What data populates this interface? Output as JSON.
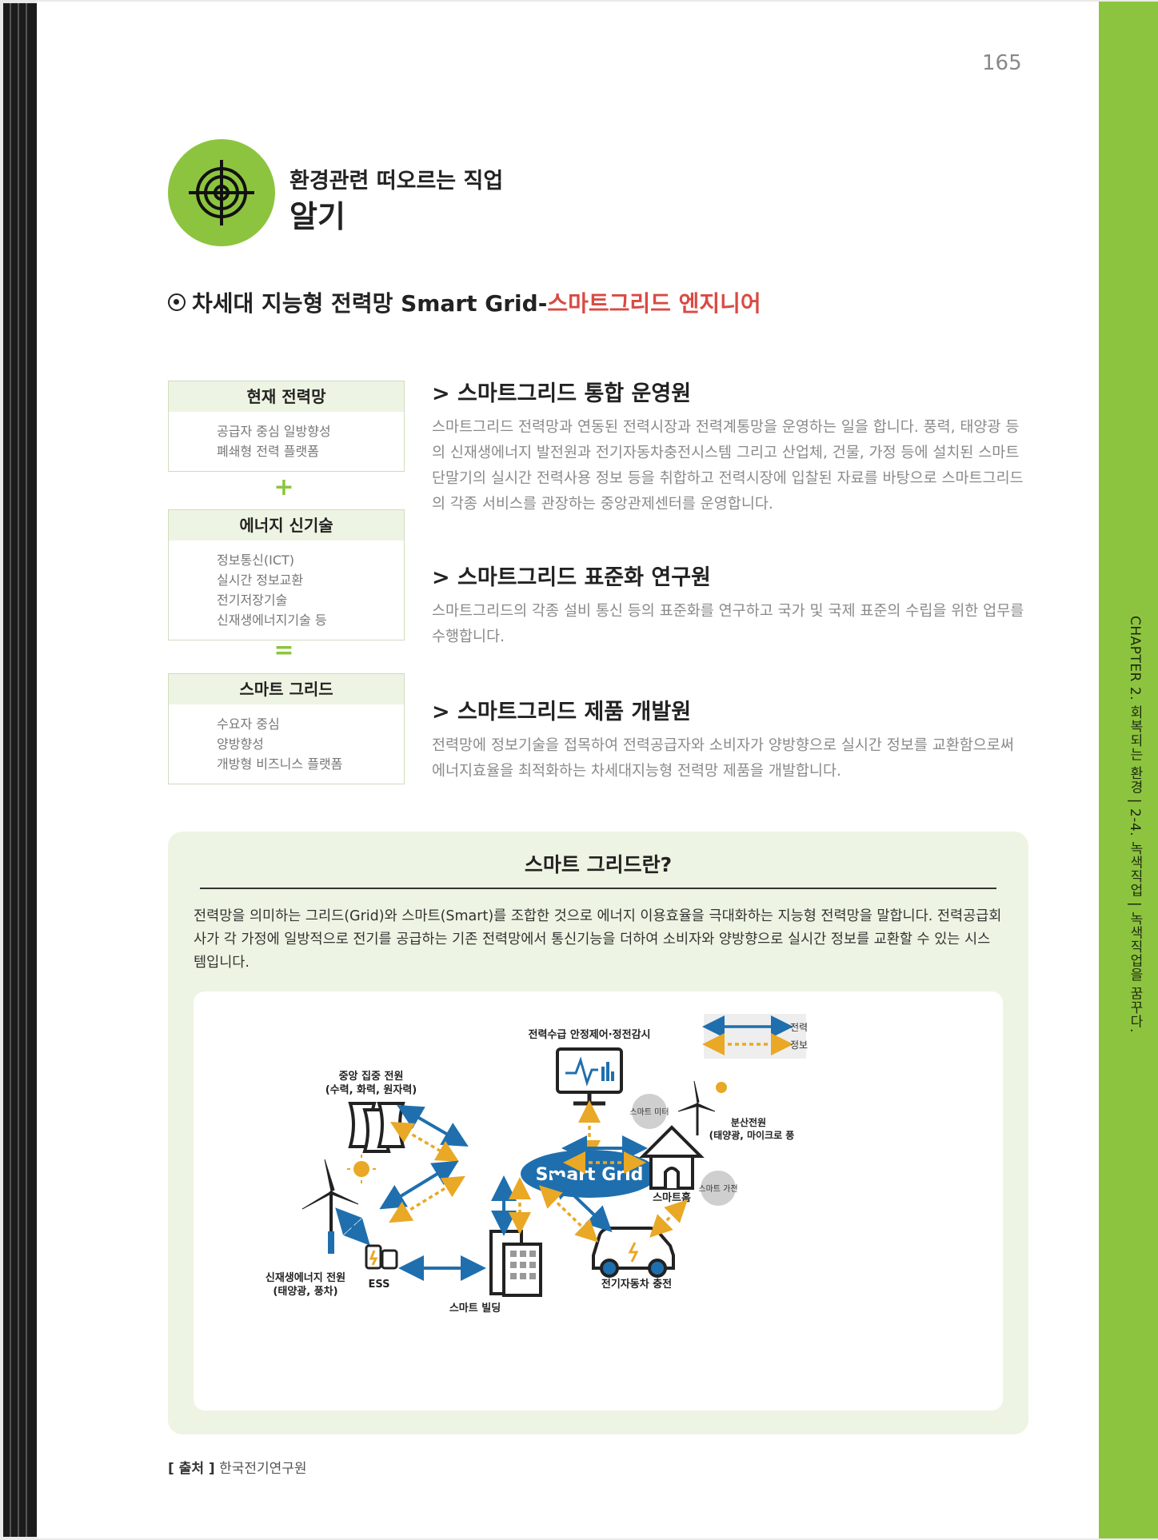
{
  "page_number": "165",
  "header": {
    "title_line1": "환경관련 떠오르는 직업",
    "title_line2": "알기"
  },
  "subtitle": {
    "main": "차세대 지능형 전력망 Smart Grid-",
    "highlight": "스마트그리드 엔지니어"
  },
  "equation": {
    "box1": {
      "title": "현재 전력망",
      "lines": [
        "공급자 중심 일방향성",
        "폐쇄형 전력 플랫폼"
      ]
    },
    "op1": "+",
    "box2": {
      "title": "에너지 신기술",
      "lines": [
        "정보통신(ICT)",
        "실시간 정보교환",
        "전기저장기술",
        "신재생에너지기술 등"
      ]
    },
    "op2": "=",
    "box3": {
      "title": "스마트 그리드",
      "lines": [
        "수요자 중심",
        "양방향성",
        "개방형 비즈니스 플랫폼"
      ]
    }
  },
  "jobs": [
    {
      "title": "> 스마트그리드 통합 운영원",
      "desc": "스마트그리드 전력망과 연동된 전력시장과 전력계통망을 운영하는 일을 합니다. 풍력, 태양광 등의 신재생에너지 발전원과 전기자동차충전시스템 그리고 산업체, 건물, 가정 등에 설치된 스마트단말기의 실시간 전력사용 정보 등을 취합하고 전력시장에 입찰된 자료를 바탕으로 스마트그리드의 각종 서비스를 관장하는 중앙관제센터를 운영합니다."
    },
    {
      "title": "> 스마트그리드 표준화 연구원",
      "desc": "스마트그리드의 각종 설비 통신 등의 표준화를 연구하고 국가 및 국제 표준의 수립을 위한 업무를 수행합니다."
    },
    {
      "title": "> 스마트그리드 제품 개발원",
      "desc": "전력망에 정보기술을 접목하여 전력공급자와 소비자가 양방향으로 실시간 정보를 교환함으로써 에너지효율을 최적화하는 차세대지능형 전력망 제품을 개발합니다."
    }
  ],
  "panel": {
    "title": "스마트 그리드란?",
    "text": "전력망을 의미하는 그리드(Grid)와 스마트(Smart)를 조합한 것으로 에너지 이용효율을 극대화하는 지능형 전력망을 말합니다. 전력공급회사가 각 가정에 일방적으로 전기를 공급하는 기존 전력망에서 통신기능을 더하여 소비자와 양방향으로 실시간 정보를 교환할 수 있는 시스템입니다."
  },
  "diagram": {
    "center": "Smart Grid",
    "monitor": "전력수급 안정제어·정전감시",
    "central_power": "중앙 집중 전원",
    "central_power_sub": "(수력, 화력, 원자력)",
    "renewable": "신재생에너지 전원",
    "renewable_sub": "(태양광, 풍차)",
    "ess": "ESS",
    "building": "스마트 빌딩",
    "ev": "전기자동차 충전",
    "home": "스마트홈",
    "distributed": "분산전원",
    "distributed_sub": "(태양광, 마이크로 풍",
    "smart_meter": "스마트 미터",
    "smart_appliance": "스마트 가전",
    "legend_power": "전력",
    "legend_info": "정보",
    "colors": {
      "power": "#1f6fae",
      "info": "#e9a825",
      "center": "#1f6fae"
    }
  },
  "source": {
    "label": "[ 출처 ]",
    "value": "한국전기연구원"
  },
  "side_tab": {
    "text": "CHAPTER 2. 회복되는 환경  |  2-4. 녹색직업  |  녹색직업을 꿈꾸다."
  }
}
